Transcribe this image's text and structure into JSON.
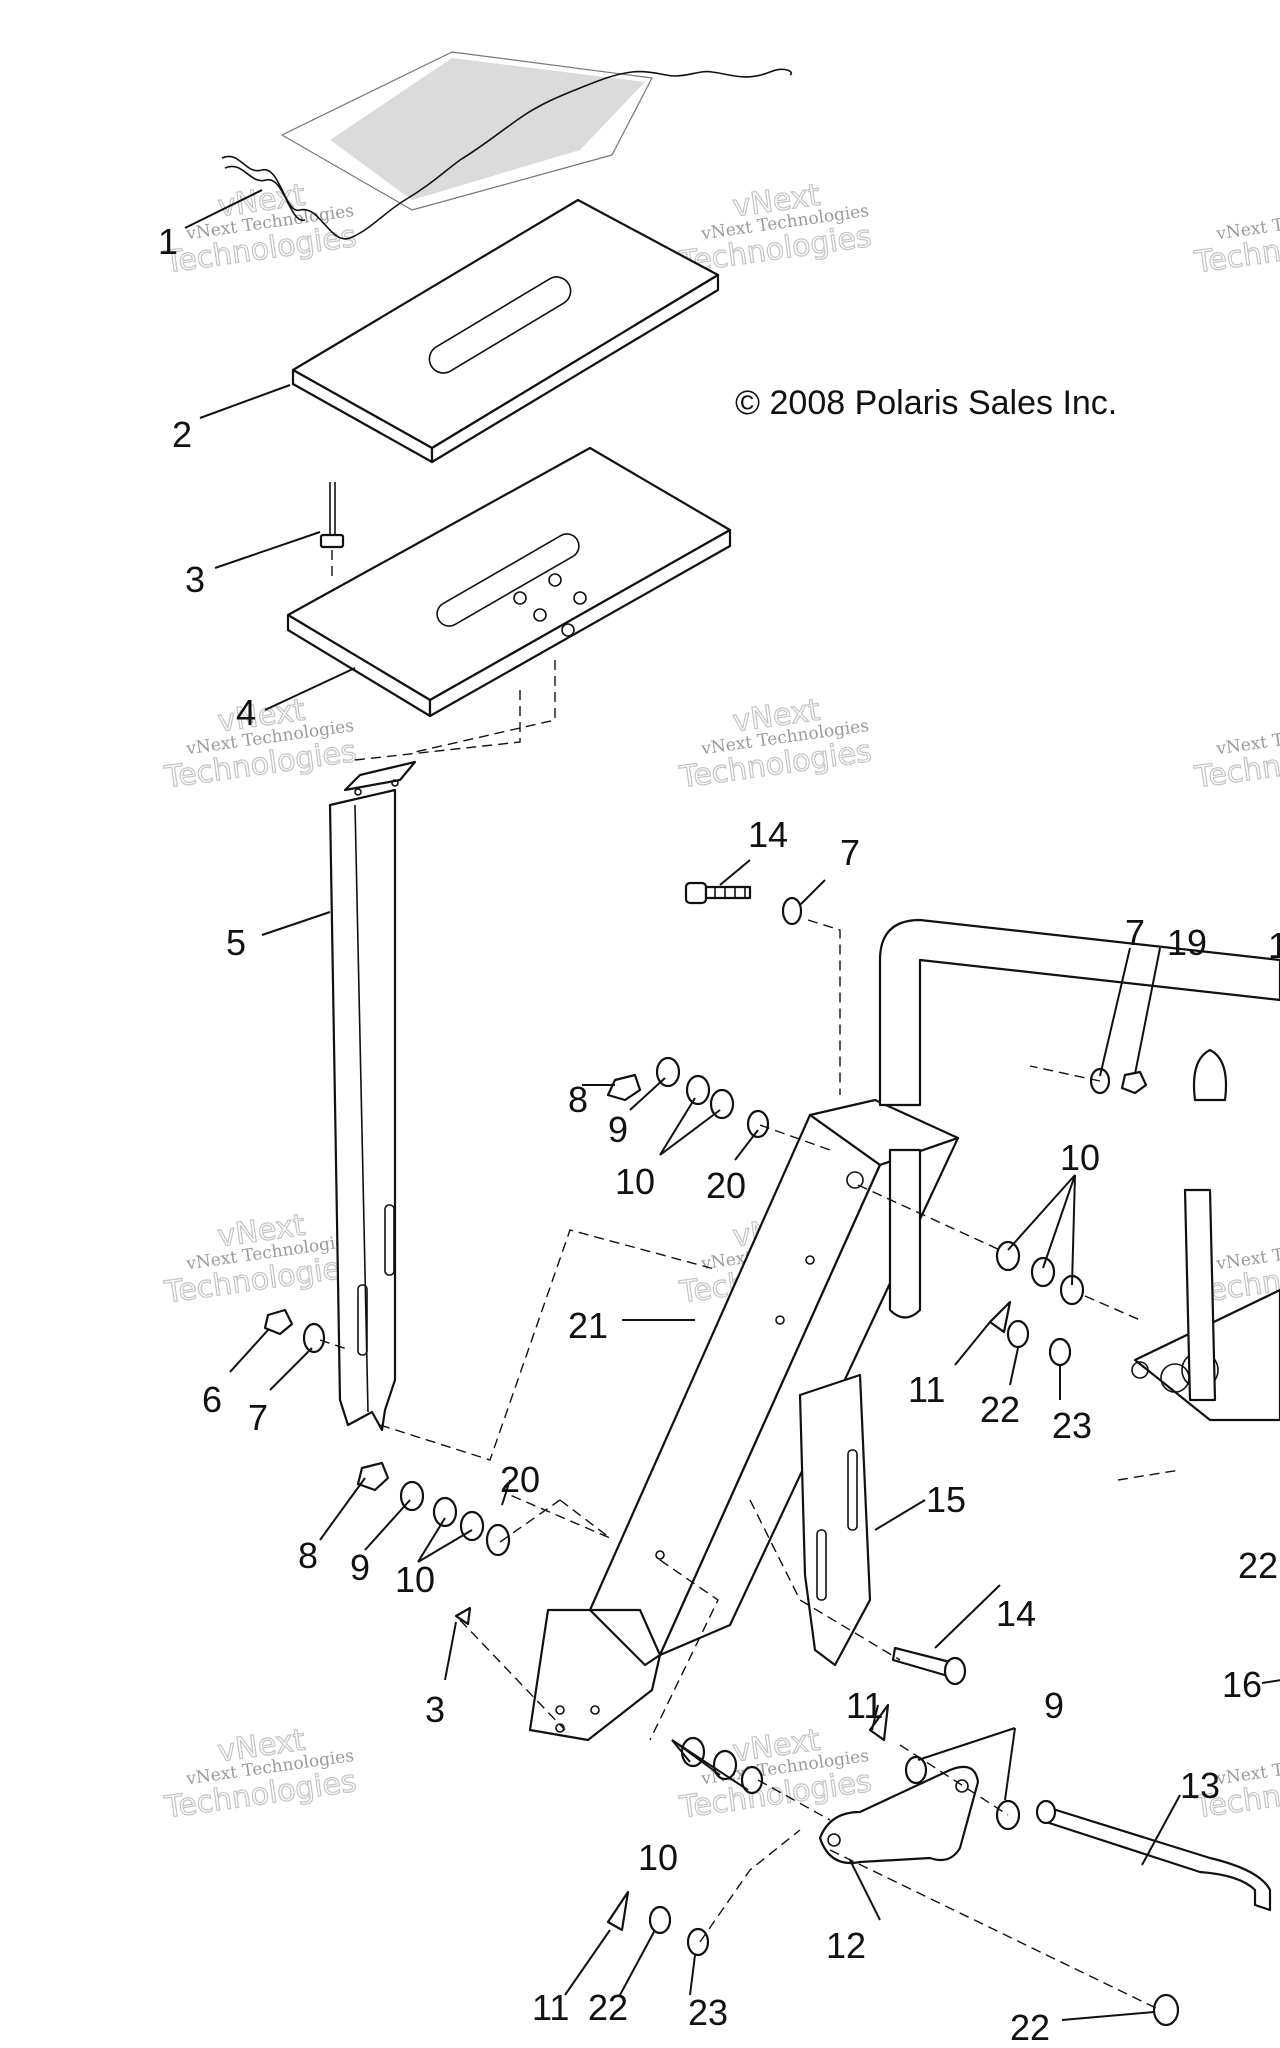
{
  "copyright": "© 2008 Polaris Sales Inc.",
  "watermark": {
    "line1": "vNext Technologies",
    "line2": "vNext",
    "line3": "Technologies"
  },
  "callouts": [
    {
      "id": "c1",
      "text": "1"
    },
    {
      "id": "c2",
      "text": "2"
    },
    {
      "id": "c3a",
      "text": "3"
    },
    {
      "id": "c4",
      "text": "4"
    },
    {
      "id": "c5",
      "text": "5"
    },
    {
      "id": "c6",
      "text": "6"
    },
    {
      "id": "c7a",
      "text": "7"
    },
    {
      "id": "c8a",
      "text": "8"
    },
    {
      "id": "c9a",
      "text": "9"
    },
    {
      "id": "c10a",
      "text": "10"
    },
    {
      "id": "c20a",
      "text": "20"
    },
    {
      "id": "c3b",
      "text": "3"
    },
    {
      "id": "c10b",
      "text": "10"
    },
    {
      "id": "c11a",
      "text": "11"
    },
    {
      "id": "c22a",
      "text": "22"
    },
    {
      "id": "c23a",
      "text": "23"
    },
    {
      "id": "c12",
      "text": "12"
    },
    {
      "id": "c14a",
      "text": "14"
    },
    {
      "id": "c7b",
      "text": "7"
    },
    {
      "id": "c8b",
      "text": "8"
    },
    {
      "id": "c9b",
      "text": "9"
    },
    {
      "id": "c10c",
      "text": "10"
    },
    {
      "id": "c20b",
      "text": "20"
    },
    {
      "id": "c21",
      "text": "21"
    },
    {
      "id": "c7c",
      "text": "7"
    },
    {
      "id": "c19",
      "text": "19"
    },
    {
      "id": "c1b",
      "text": "1"
    },
    {
      "id": "c10d",
      "text": "10"
    },
    {
      "id": "c11b",
      "text": "11"
    },
    {
      "id": "c22b",
      "text": "22"
    },
    {
      "id": "c23b",
      "text": "23"
    },
    {
      "id": "c15",
      "text": "15"
    },
    {
      "id": "c14b",
      "text": "14"
    },
    {
      "id": "c11c",
      "text": "11"
    },
    {
      "id": "c9c",
      "text": "9"
    },
    {
      "id": "c13",
      "text": "13"
    },
    {
      "id": "c22c",
      "text": "22"
    },
    {
      "id": "c22d",
      "text": "22"
    },
    {
      "id": "c16",
      "text": "16"
    }
  ]
}
